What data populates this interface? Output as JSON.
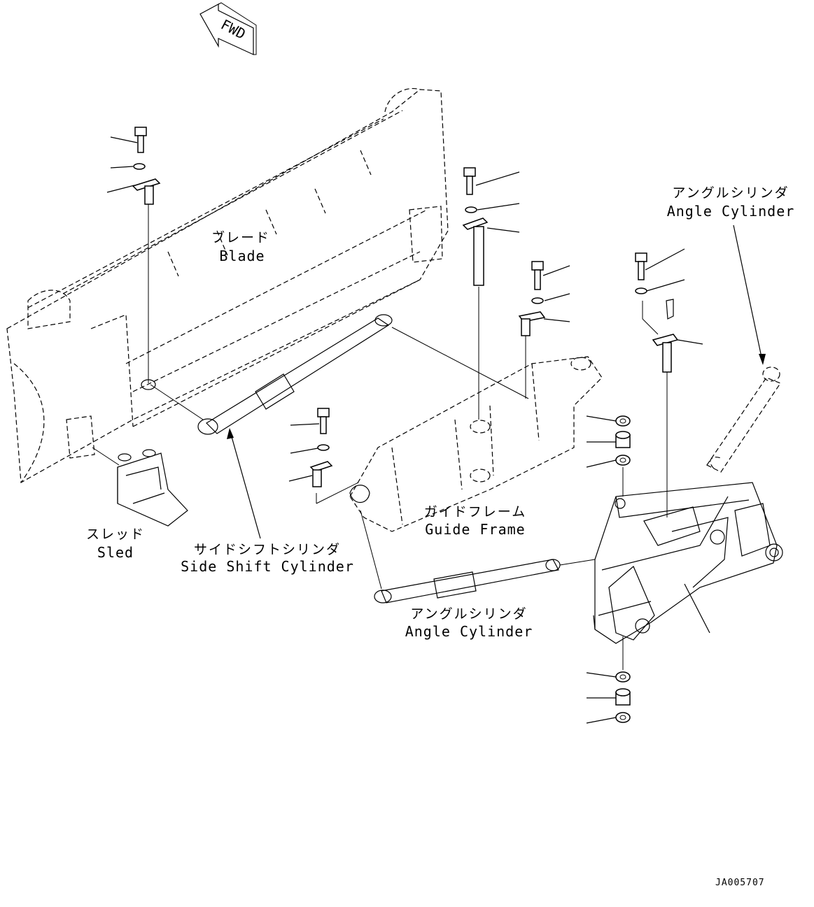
{
  "labels": {
    "blade_jp": "ブレード",
    "blade_en": "Blade",
    "angle_cylinder_top_jp": "アングルシリンダ",
    "angle_cylinder_top_en": "Angle Cylinder",
    "sled_jp": "スレッド",
    "sled_en": "Sled",
    "side_shift_jp": "サイドシフトシリンダ",
    "side_shift_en": "Side Shift Cylinder",
    "guide_frame_jp": "ガイドフレーム",
    "guide_frame_en": "Guide Frame",
    "angle_cylinder_bottom_jp": "アングルシリンダ",
    "angle_cylinder_bottom_en": "Angle Cylinder"
  },
  "direction_arrow": "FWD",
  "drawing_code": "JA005707"
}
